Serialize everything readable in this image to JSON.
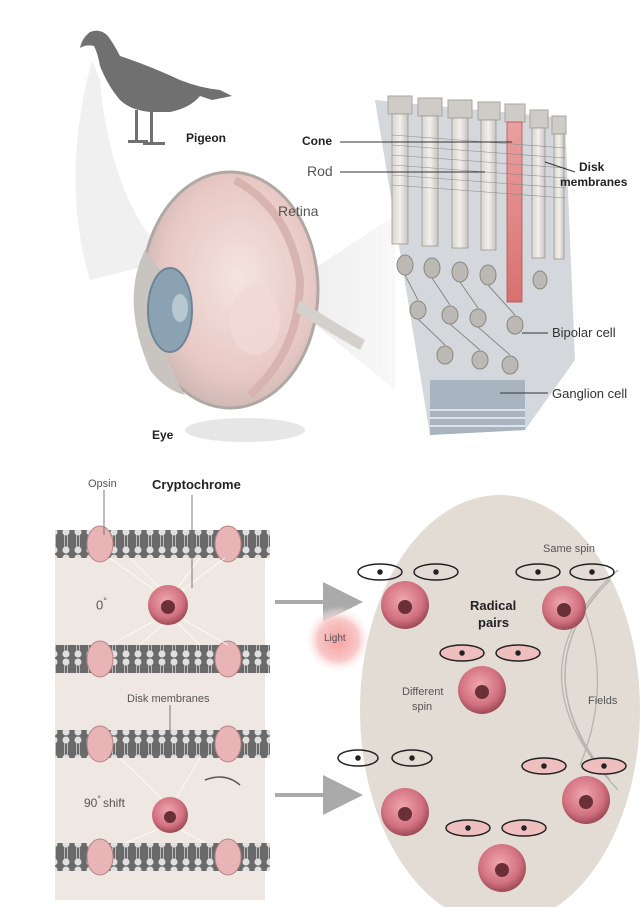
{
  "top_panel": {
    "labels": {
      "pigeon": "Pigeon",
      "eye": "Eye",
      "retina": "Retina",
      "cone": "Cone",
      "rod": "Rod",
      "disk_membranes_line1": "Disk",
      "disk_membranes_line2": "membranes",
      "bipolar_cell": "Bipolar cell",
      "ganglion_cell": "Ganglion cell"
    }
  },
  "bottom_panel": {
    "labels": {
      "opsin": "Opsin",
      "cryptochrome": "Cryptochrome",
      "angle_zero": "0",
      "degree_symbol": "°",
      "disk_membranes": "Disk membranes",
      "angle_ninety": "90",
      "shift": "shift",
      "light": "Light",
      "radical_pairs_line1": "Radical",
      "radical_pairs_line2": "pairs",
      "same_spin": "Same spin",
      "different_spin_line1": "Different",
      "different_spin_line2": "spin",
      "fields": "Fields"
    }
  },
  "colors": {
    "protein_pink": "#d97b86",
    "membrane_dark": "#555555",
    "cytoplasm_beige": "#e8e0d8",
    "cone_pink": "#e38b8b",
    "light_glow": "#f08a8a"
  }
}
